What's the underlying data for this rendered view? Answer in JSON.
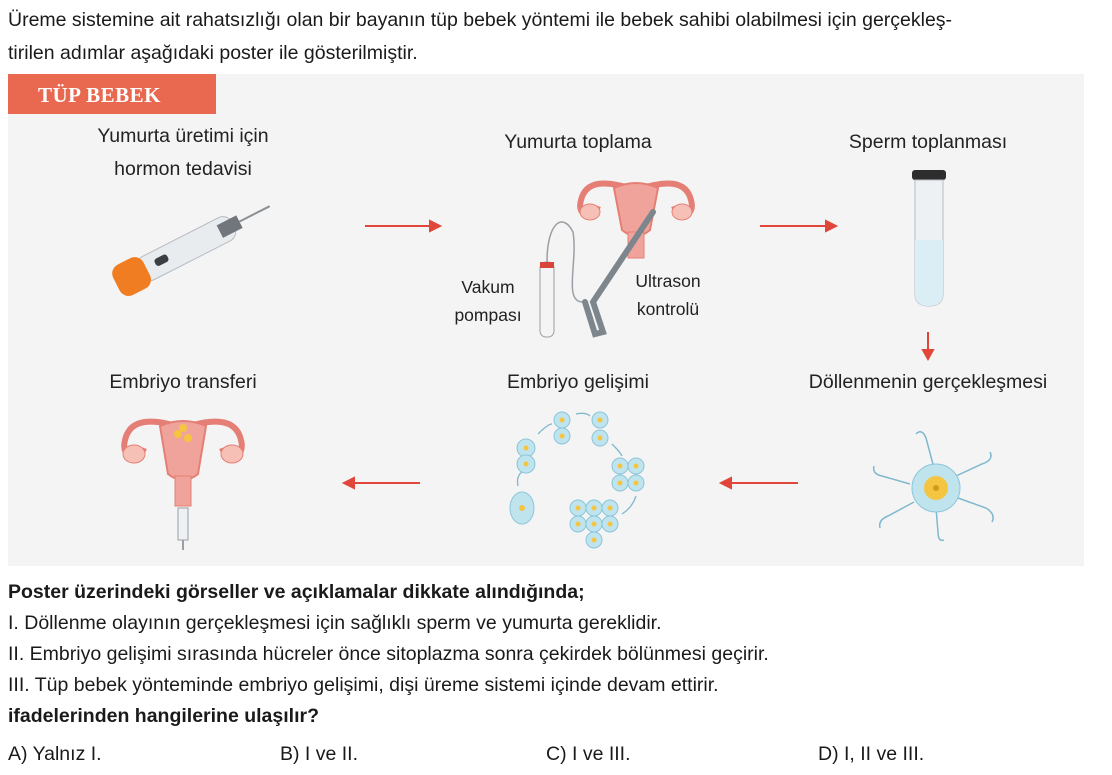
{
  "intro": "Üreme sistemine ait rahatsızlığı olan bir bayanın tüp bebek yöntemi ile bebek sahibi olabilmesi için gerçekleş-tirilen adımlar aşağıdaki poster ile gösterilmiştir.",
  "intro_line1": "Üreme sistemine ait rahatsızlığı olan bir bayanın tüp bebek yöntemi ile bebek sahibi olabilmesi için gerçekleş-",
  "intro_line2": "tirilen adımlar aşağıdaki poster ile gösterilmiştir.",
  "poster": {
    "title": "TÜP BEBEK",
    "steps": {
      "hormone_line1": "Yumurta üretimi için",
      "hormone_line2": "hormon tedavisi",
      "egg_collection": "Yumurta toplama",
      "vacuum_line1": "Vakum",
      "vacuum_line2": "pompası",
      "ultrasound_line1": "Ultrason",
      "ultrasound_line2": "kontrolü",
      "sperm_collection": "Sperm toplanması",
      "fertilization": "Döllenmenin gerçekleşmesi",
      "embryo_development": "Embriyo gelişimi",
      "embryo_transfer": "Embriyo transferi"
    },
    "colors": {
      "banner": "#e8694f",
      "arrow": "#e0473a",
      "uterus": "#f0a39a",
      "cell": "#bfe4ee",
      "nucleus": "#f5c542"
    }
  },
  "question": {
    "stem": "Poster üzerindeki görseller ve açıklamalar dikkate alındığında;",
    "statements": [
      "I.  Döllenme olayının gerçekleşmesi için sağlıklı sperm ve yumurta gereklidir.",
      "II. Embriyo gelişimi sırasında hücreler önce sitoplazma sonra çekirdek bölünmesi geçirir.",
      "III. Tüp bebek yönteminde embriyo gelişimi, dişi üreme sistemi içinde devam ettirir."
    ],
    "prompt": "ifadelerinden hangilerine ulaşılır?",
    "options": [
      "A) Yalnız I.",
      "B) I ve II.",
      "C) I ve III.",
      "D) I, II ve III."
    ]
  }
}
